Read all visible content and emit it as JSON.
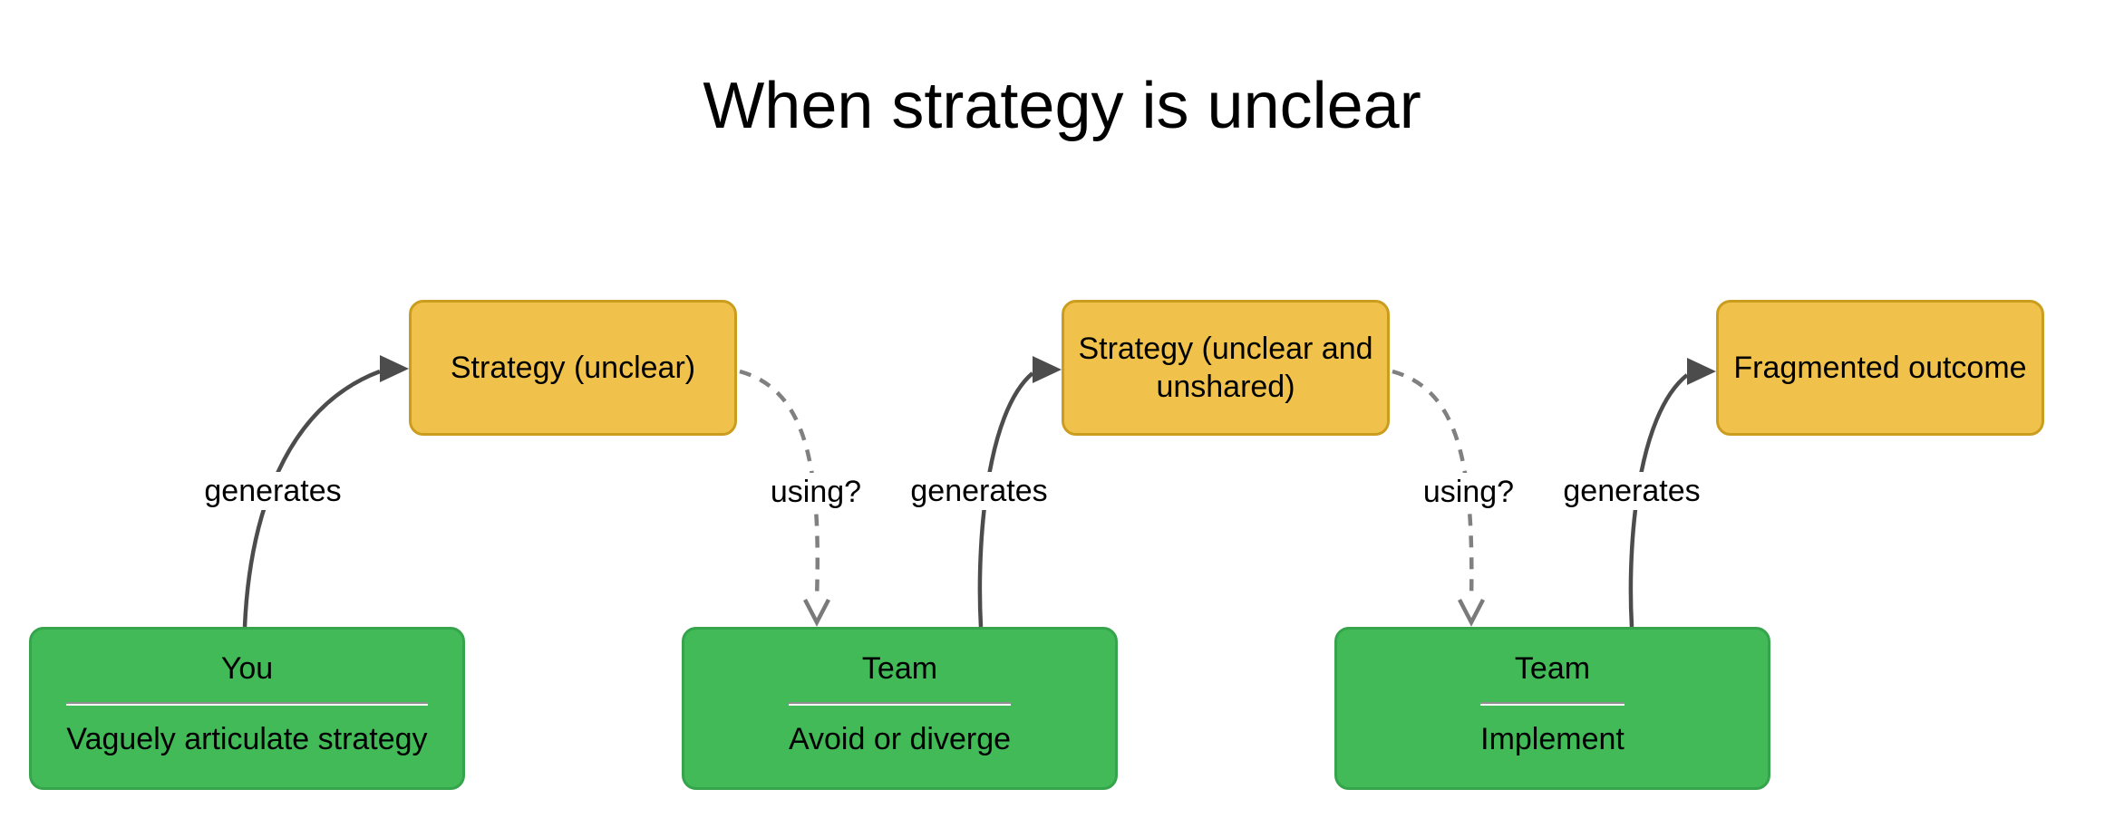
{
  "title": "When strategy is unclear",
  "nodes": {
    "strategy_unclear": {
      "label": "Strategy (unclear)",
      "color": "yellow"
    },
    "strategy_unclear_unshared": {
      "label": "Strategy (unclear and unshared)",
      "color": "yellow"
    },
    "fragmented_outcome": {
      "label": "Fragmented outcome",
      "color": "yellow"
    },
    "you": {
      "name": "You",
      "action": "Vaguely articulate strategy",
      "color": "green"
    },
    "team_avoid": {
      "name": "Team",
      "action": "Avoid or diverge",
      "color": "green"
    },
    "team_implement": {
      "name": "Team",
      "action": "Implement",
      "color": "green"
    }
  },
  "edges": [
    {
      "from": "you",
      "to": "strategy_unclear",
      "label": "generates",
      "style": "solid"
    },
    {
      "from": "strategy_unclear",
      "to": "team_avoid",
      "label": "using?",
      "style": "dashed"
    },
    {
      "from": "team_avoid",
      "to": "strategy_unclear_unshared",
      "label": "generates",
      "style": "solid"
    },
    {
      "from": "strategy_unclear_unshared",
      "to": "team_implement",
      "label": "using?",
      "style": "dashed"
    },
    {
      "from": "team_implement",
      "to": "fragmented_outcome",
      "label": "generates",
      "style": "solid"
    }
  ],
  "colors": {
    "yellow_fill": "#F0C24B",
    "yellow_border": "#CA9D1E",
    "green_fill": "#41BA57",
    "green_border": "#35A44B",
    "solid_edge": "#4C4C4C",
    "dashed_edge": "#808080",
    "text": "#000000",
    "background": "#FFFFFF"
  }
}
